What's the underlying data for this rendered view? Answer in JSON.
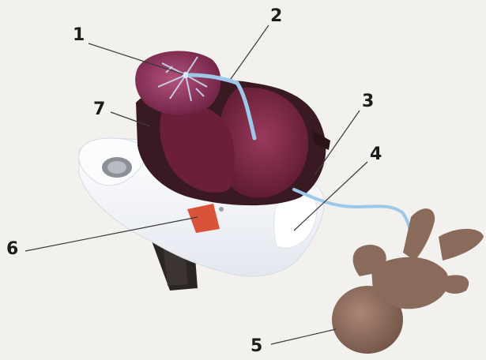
{
  "callouts": [
    {
      "key": "c1",
      "label": "1"
    },
    {
      "key": "c2",
      "label": "2"
    },
    {
      "key": "c3",
      "label": "3"
    },
    {
      "key": "c4",
      "label": "4"
    },
    {
      "key": "c5",
      "label": "5"
    },
    {
      "key": "c6",
      "label": "6"
    },
    {
      "key": "c7",
      "label": "7"
    }
  ],
  "colors": {
    "background": "#f3f1ee",
    "placenta": "#7a2440",
    "placenta_dark": "#3a1a22",
    "vessels": "#b9d4f2",
    "umbilical_cord": "#9cc9ea",
    "pelvis_model": "#f7f8fb",
    "fetus": "#8a6a5b",
    "stand": "#2b2624",
    "marker": "#d9533b"
  }
}
